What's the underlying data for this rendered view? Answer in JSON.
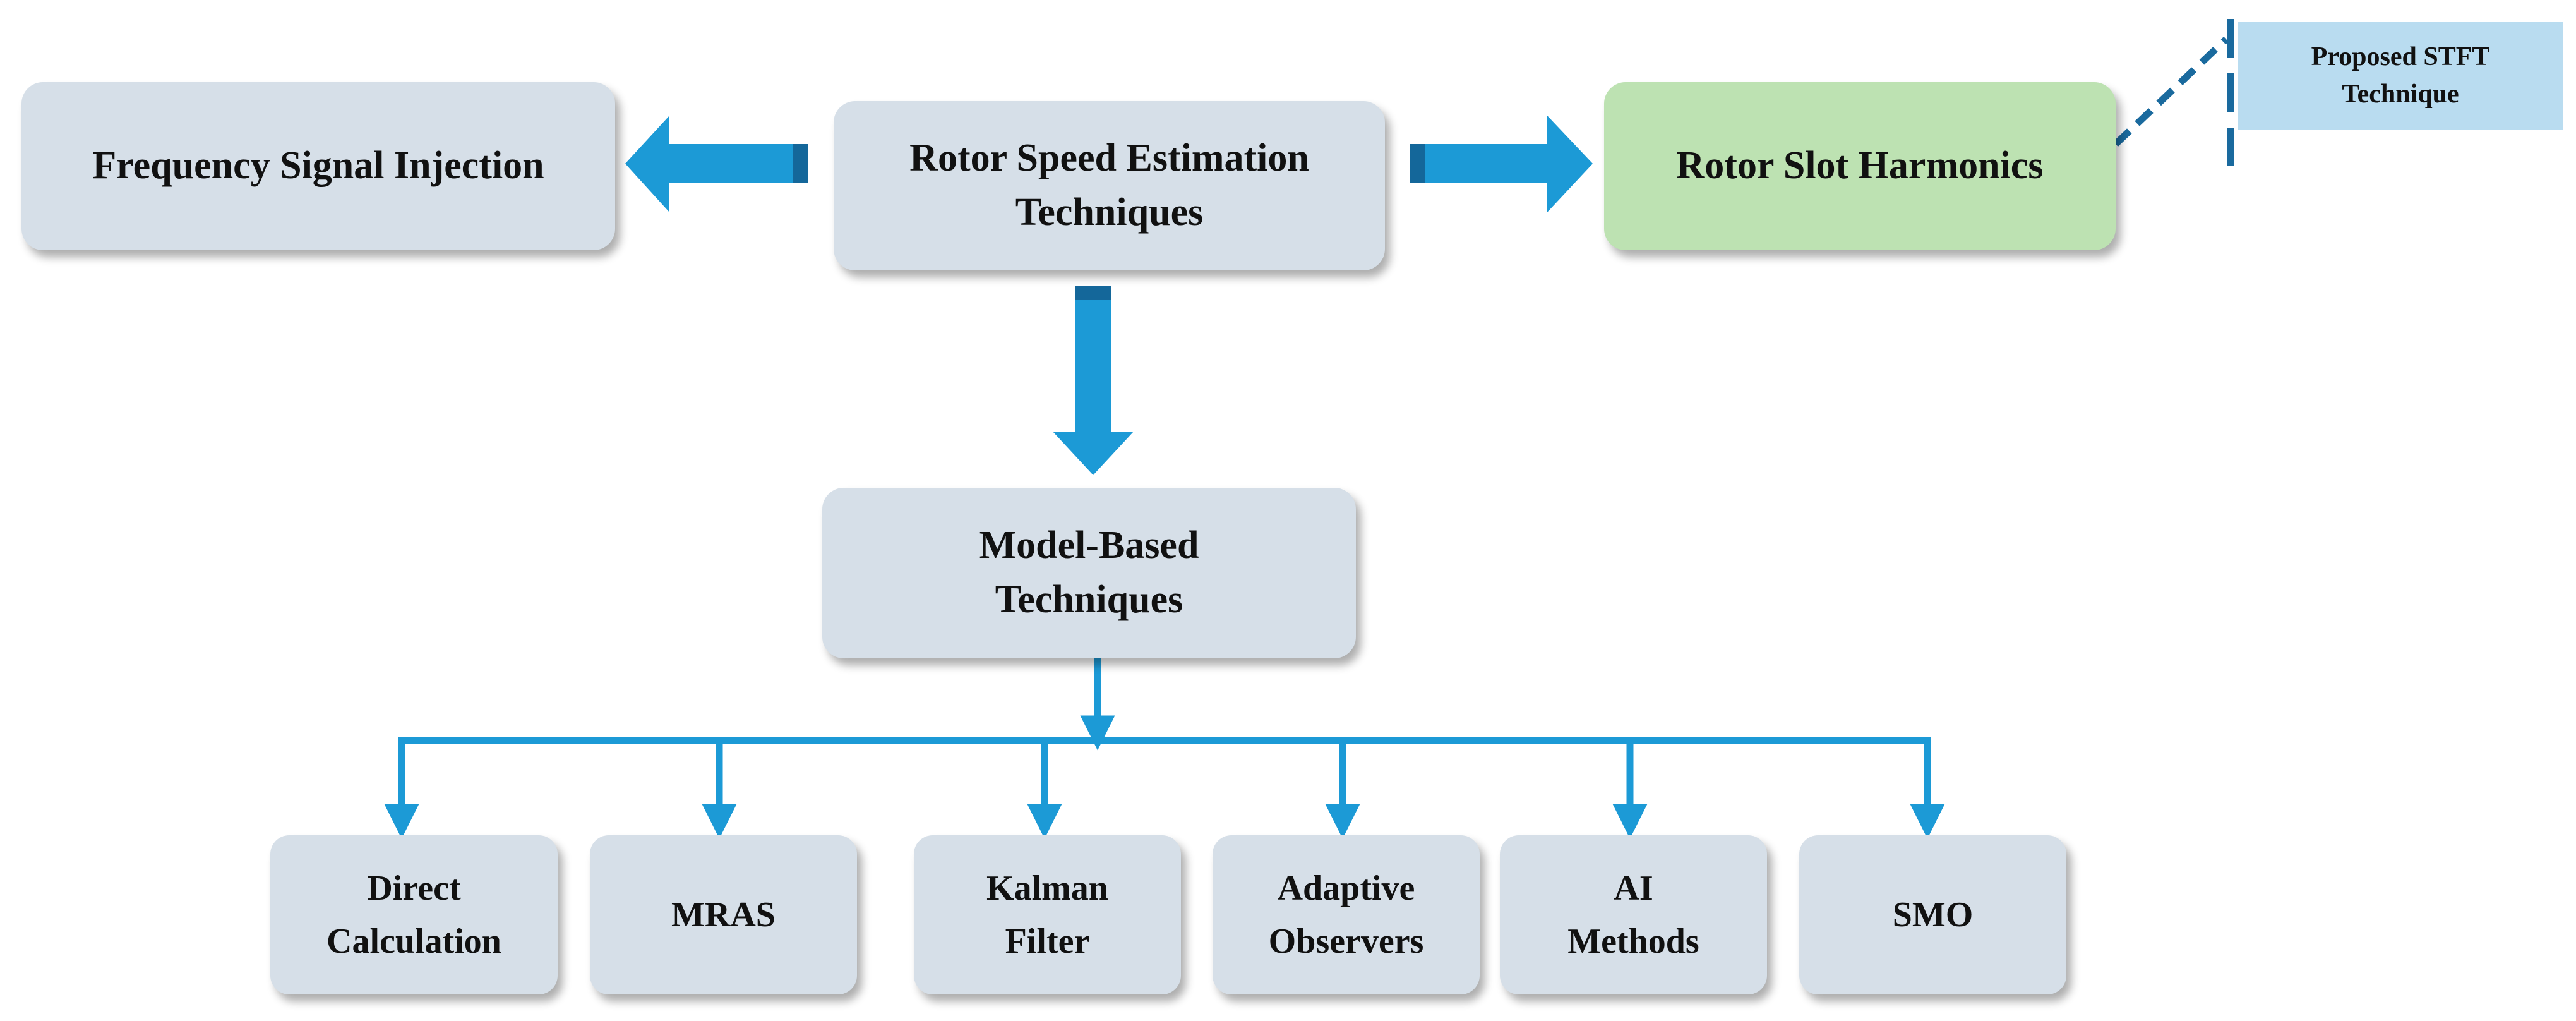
{
  "colors": {
    "node_fill": "#d6dfe8",
    "highlight_fill": "#bde2b2",
    "note_fill": "#b9dcf0",
    "arrow": "#1c9ad6",
    "arrow_dark": "#14679a",
    "note_line": "#1a6a9e",
    "text": "#111111"
  },
  "root": {
    "label": "Rotor Speed Estimation Techniques"
  },
  "left_branch": {
    "label": "Frequency Signal Injection"
  },
  "right_branch": {
    "label": "Rotor Slot Harmonics"
  },
  "callout": {
    "label": "Proposed STFT Technique"
  },
  "model_based": {
    "label": "Model-Based Techniques"
  },
  "leaves": [
    {
      "label": "Direct Calculation"
    },
    {
      "label": "MRAS"
    },
    {
      "label": "Kalman Filter"
    },
    {
      "label": "Adaptive Observers"
    },
    {
      "label": "AI Methods"
    },
    {
      "label": "SMO"
    }
  ]
}
